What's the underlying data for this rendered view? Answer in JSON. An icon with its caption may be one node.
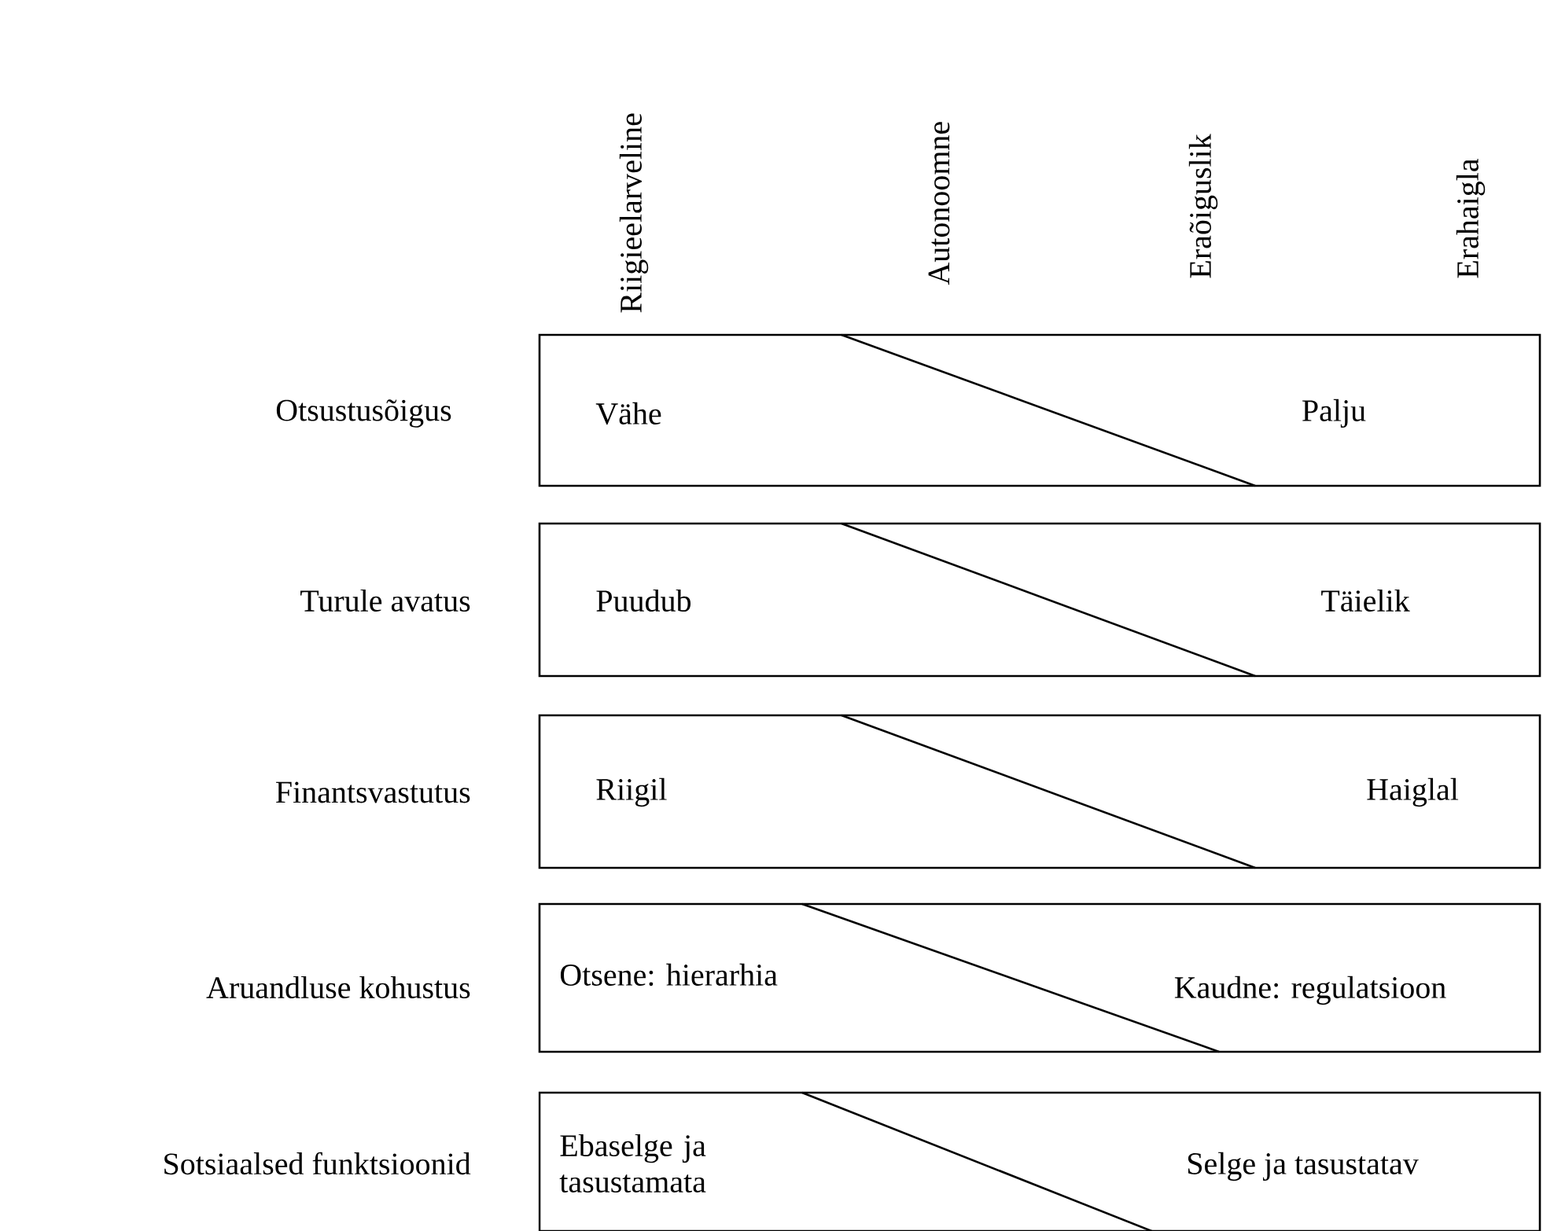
{
  "diagram": {
    "nodes": [
      {
        "text": [
          "Vähe",
          "Palju"
        ]
      },
      {
        "text": [
          "Puudub",
          "Täielik"
        ]
      },
      {
        "text": [
          "Riigil",
          "Haiglal"
        ]
      },
      {
        "text": [
          "Otsene: hierarhia",
          "Kaudne: regulatsioon"
        ]
      },
      {
        "text": [
          "Ebaselge ja tasustamata",
          "Selge ja tasustatav"
        ]
      }
    ],
    "labels": [
      "Riigieelarveline",
      "Autonoomne",
      "Eraõiguslik",
      "Erahaigla",
      "Otsustusõigus",
      "Turule avatus",
      "Finantsvastutus",
      "Aruandluse kohustus",
      "Sotsiaalsed funktsioonid"
    ]
  }
}
